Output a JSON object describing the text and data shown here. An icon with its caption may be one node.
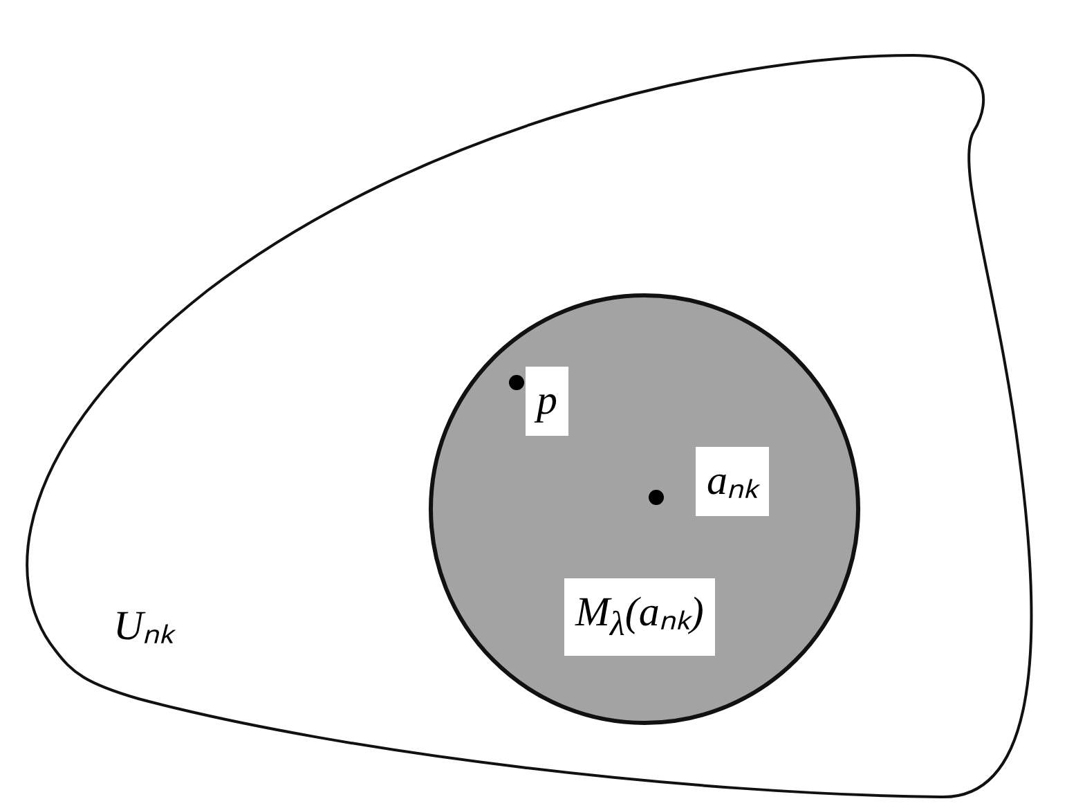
{
  "diagram": {
    "nodes": [
      {
        "text": [
          "Uₙₖ"
        ]
      },
      {
        "text": [
          "M$_{λ}$(aₙₖ)"
        ],
        "in": 0
      },
      {
        "text": [
          "p"
        ],
        "in": 1
      },
      {
        "text": [
          "aₙₖ"
        ],
        "in": 1
      }
    ]
  }
}
